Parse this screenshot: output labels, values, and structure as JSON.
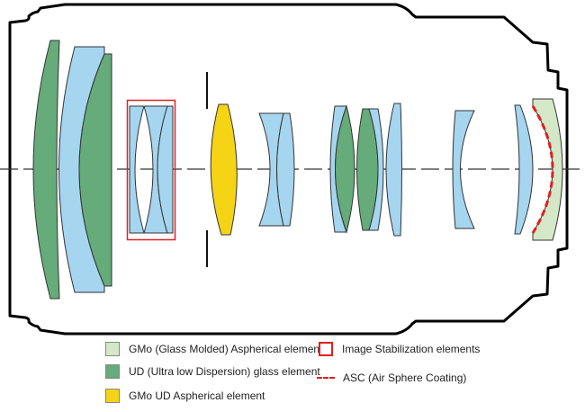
{
  "colors": {
    "gmo_aspherical": "#d4e8c8",
    "ud": "#66ab7a",
    "gmo_ud_aspherical": "#f5d315",
    "standard_glass": "#a6d5f0",
    "image_stabilization": "#e02020",
    "asc": "#e02020",
    "outline": "#000000"
  },
  "legend": {
    "gmo": "GMo (Glass Molded) Aspherical element",
    "ud": "UD (Ultra low Dispersion) glass element",
    "gmo_ud": "GMo UD Aspherical element",
    "is": "Image Stabilization elements",
    "asc": "ASC (Air Sphere Coating)"
  }
}
